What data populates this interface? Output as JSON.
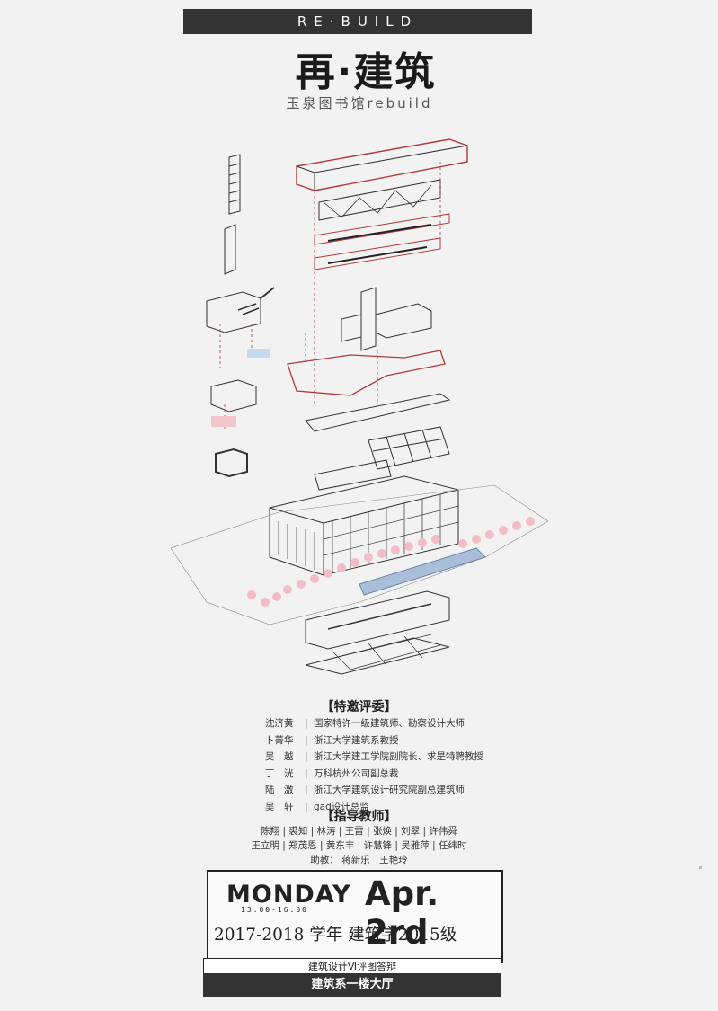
{
  "header": {
    "banner": "RE·BUILD",
    "title": "再·建筑",
    "subtitle": "玉泉图书馆rebuild"
  },
  "jury": {
    "heading": "【特邀评委】",
    "members": [
      {
        "name": "沈济黄",
        "role": "国家特许一级建筑师、勘察设计大师"
      },
      {
        "name": "卜菁华",
        "role": "浙江大学建筑系教授"
      },
      {
        "name": "吴　越",
        "role": "浙江大学建工学院副院长、求是特聘教授"
      },
      {
        "name": "丁　洸",
        "role": "万科杭州公司副总裁"
      },
      {
        "name": "陆　激",
        "role": "浙江大学建筑设计研究院副总建筑师"
      },
      {
        "name": "吴　轩",
        "role": "gad设计总监"
      }
    ]
  },
  "teachers": {
    "heading": "【指导教师】",
    "line1": "陈翔 | 裘知 | 林涛 | 王雷 | 张焕 | 刘翠 | 许伟舜",
    "line2": "王立明 | 郑茂恩 | 黄东丰 | 许慧锋 | 吴雅萍 | 任纬时",
    "assistants": "助教：  蒋新乐　王艳玲"
  },
  "event": {
    "weekday": "MONDAY",
    "time": "13:00-16:00",
    "date": "Apr. 2rd",
    "year_line": "2017-2018 学年  建筑学2015级",
    "name": "建筑设计Ⅵ评图答辩",
    "location": "建筑系一楼大厅"
  },
  "colors": {
    "accent": "#b33a3a",
    "dark": "#333333",
    "pink": "#f3c6cc",
    "water": "#a9bed8"
  }
}
